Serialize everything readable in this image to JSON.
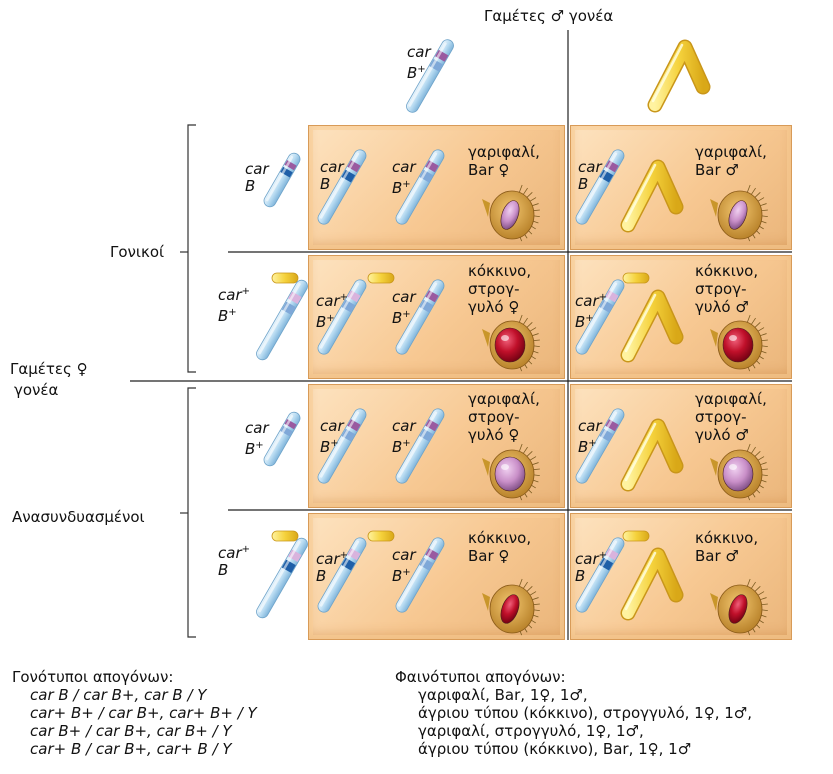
{
  "headers": {
    "male_gametes": "Γαμέτες ♂ γονέα",
    "female_gametes_line1": "Γαμέτες ♀",
    "female_gametes_line2": "γονέα",
    "parental": "Γονικοί",
    "recombinant": "Ανασυνδυασμένοι"
  },
  "allele_labels": {
    "car": "car",
    "B": "B",
    "Bplus": "B",
    "carplus": "car",
    "plus": "+"
  },
  "cells": [
    {
      "row": 0,
      "col": 0,
      "phenotype": "γαριφαλί,\nBar ♀",
      "eye": "carnation-bar"
    },
    {
      "row": 0,
      "col": 1,
      "phenotype": "γαριφαλί,\nBar ♂",
      "eye": "carnation-bar"
    },
    {
      "row": 1,
      "col": 0,
      "phenotype": "κόκκινο,\nστρογ-\nγυλό ♀",
      "eye": "red-round"
    },
    {
      "row": 1,
      "col": 1,
      "phenotype": "κόκκινο,\nστρογ-\nγυλό ♂",
      "eye": "red-round"
    },
    {
      "row": 2,
      "col": 0,
      "phenotype": "γαριφαλί,\nστρογ-\nγυλό ♀",
      "eye": "carnation-round"
    },
    {
      "row": 2,
      "col": 1,
      "phenotype": "γαριφαλί,\nστρογ-\nγυλό ♂",
      "eye": "carnation-round"
    },
    {
      "row": 3,
      "col": 0,
      "phenotype": "κόκκινο,\nBar ♀",
      "eye": "red-bar"
    },
    {
      "row": 3,
      "col": 1,
      "phenotype": "κόκκινο,\nBar ♂",
      "eye": "red-bar"
    }
  ],
  "genotypes": {
    "title": "Γονότυποι απογόνων:",
    "lines": [
      "car B / car B+, car B / Y",
      "car+ B+ / car B+, car+ B+ / Y",
      "car B+ / car B+, car B+ / Y",
      "car+ B / car B+, car+ B / Y"
    ]
  },
  "phenotypes": {
    "title": "Φαινότυποι απογόνων:",
    "lines": [
      "γαριφαλί, Bar, 1♀, 1♂,",
      "άγριου τύπου (κόκκινο), στρογγυλό, 1♀, 1♂,",
      "γαριφαλί, στρογγυλό, 1♀, 1♂,",
      "άγριου τύπου (κόκκινο), Bar, 1♀,  1♂"
    ]
  },
  "colors": {
    "cell_fill": "#f7c892",
    "x_chromosome": "#b9dcf2",
    "y_chromosome": "#f5d23c",
    "car_band": "#9a5aa0",
    "carplus_band": "#d9b3dd",
    "B_band": "#1f5fa8",
    "Bplus_band": "#7fa8d8",
    "eye_red": "#c0102a",
    "eye_carnation": "#c98fc8"
  }
}
